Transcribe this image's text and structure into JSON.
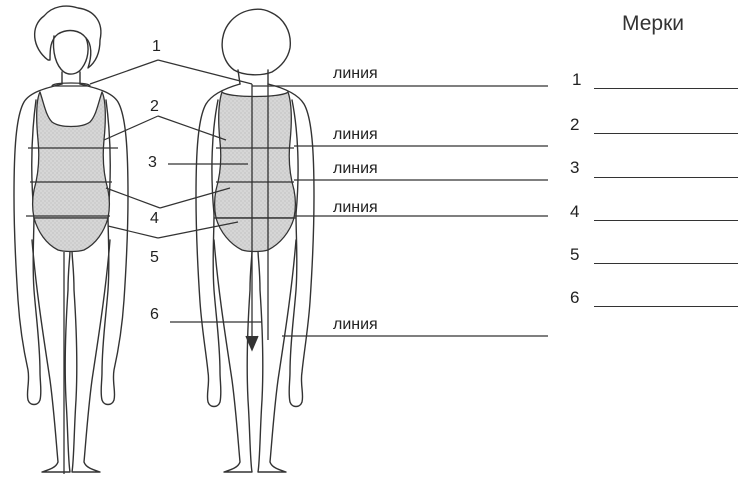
{
  "title": "Мерки",
  "line_word": "линия",
  "diagram_numbers": [
    "1",
    "2",
    "3",
    "4",
    "5",
    "6"
  ],
  "measurements": [
    {
      "num": "1",
      "value": ""
    },
    {
      "num": "2",
      "value": ""
    },
    {
      "num": "3",
      "value": ""
    },
    {
      "num": "4",
      "value": ""
    },
    {
      "num": "5",
      "value": ""
    },
    {
      "num": "6",
      "value": ""
    }
  ],
  "colors": {
    "ink": "#333333",
    "shade": "#cfcfcf",
    "background": "#ffffff"
  }
}
